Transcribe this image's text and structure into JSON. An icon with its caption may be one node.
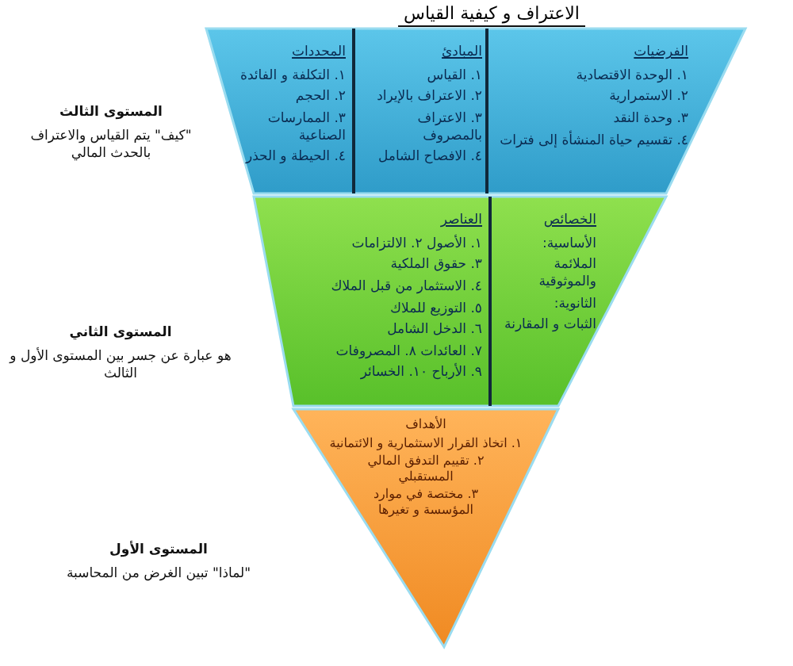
{
  "diagram": {
    "title": "الاعتراف و كيفية القياس",
    "nodes": [
      {
        "text": [],
        "shape": "trapezoid",
        "beside": [
          "المستوى الثالث",
          "\"كيف\" يتم القياس والاعتراف بالحدث المالي"
        ]
      },
      {
        "text": [
          "المحددات",
          "١. التكلفة و الفائدة",
          "٢. الحجم",
          "٣. الممارسات الصناعية",
          "٤. الحيطة و الحذر"
        ],
        "in": 0
      },
      {
        "text": [
          "المبادئ",
          "١. القياس",
          "٢. الاعتراف بالإيراد",
          "٣. الاعتراف بالمصروف",
          "٤. الافصاح الشامل"
        ],
        "in": 0
      },
      {
        "text": [
          "الفرضيات",
          "١. الوحدة الاقتصادية",
          "٢. الاستمرارية",
          "٣. وحدة النقد",
          "٤. تقسيم حياة المنشأة إلى فترات"
        ],
        "in": 0
      },
      {
        "text": [],
        "shape": "trapezoid",
        "beside": [
          "المستوى الثاني",
          "هو عبارة عن جسر بين المستوى الأول و الثالث"
        ]
      },
      {
        "text": [
          "العناصر",
          "١. الأصول ٢. الالتزامات",
          "٣. حقوق الملكية",
          "٤. الاستثمار من قبل الملاك",
          "٥. التوزيع للملاك",
          "٦. الدخل الشامل",
          "٧. العائدات ٨. المصروفات",
          "٩. الأرباح ١٠. الخسائر"
        ],
        "in": 4
      },
      {
        "text": [
          "الخصائص",
          "الأساسية:",
          "الملائمة والموثوقية",
          "الثانوية:",
          "الثبات و المقارنة"
        ],
        "in": 4
      },
      {
        "text": [
          "الأهداف",
          "١. اتخاذ القرار الاستثمارية و الائتمانية",
          "٢. تقييم التدفق المالي المستقبلي",
          "٣. مختصة في موارد المؤسسة و تغيرها"
        ],
        "beside": [
          "المستوى الأول",
          "\"لماذا\" تبين الغرض من المحاسبة"
        ]
      }
    ]
  }
}
